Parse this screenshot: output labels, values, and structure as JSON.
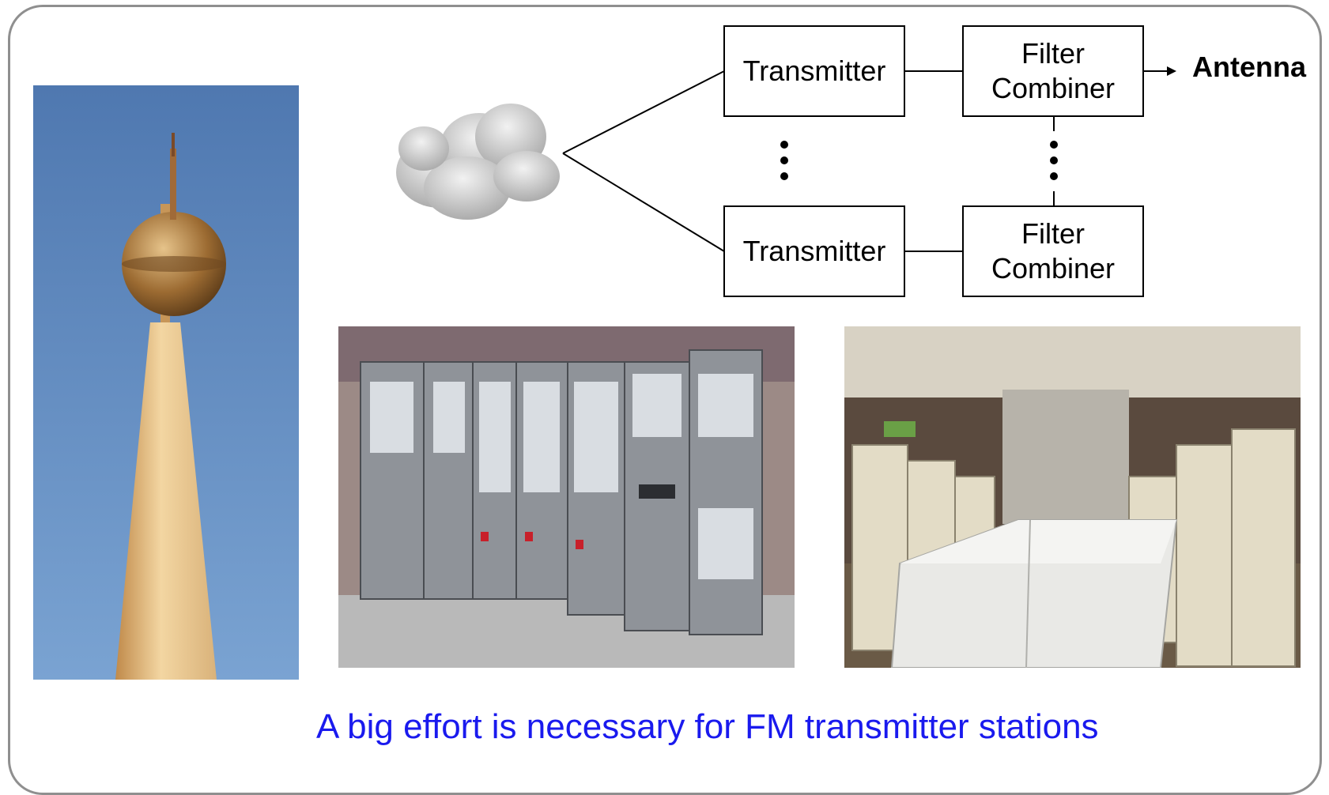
{
  "diagram": {
    "transmitter_top": "Transmitter",
    "transmitter_bottom": "Transmitter",
    "combiner_top": [
      "Filter",
      "Combiner"
    ],
    "combiner_bottom": [
      "Filter",
      "Combiner"
    ],
    "output": "Antenna"
  },
  "caption": "A big effort is necessary for FM transmitter stations",
  "colors": {
    "caption": "#1a1aee",
    "frame": "#8f8f8f",
    "sky": "#5a82b8"
  },
  "icons": [
    "cloud-icon",
    "tv-tower-photo",
    "transmitter-racks-photo",
    "filter-combiner-room-photo"
  ]
}
